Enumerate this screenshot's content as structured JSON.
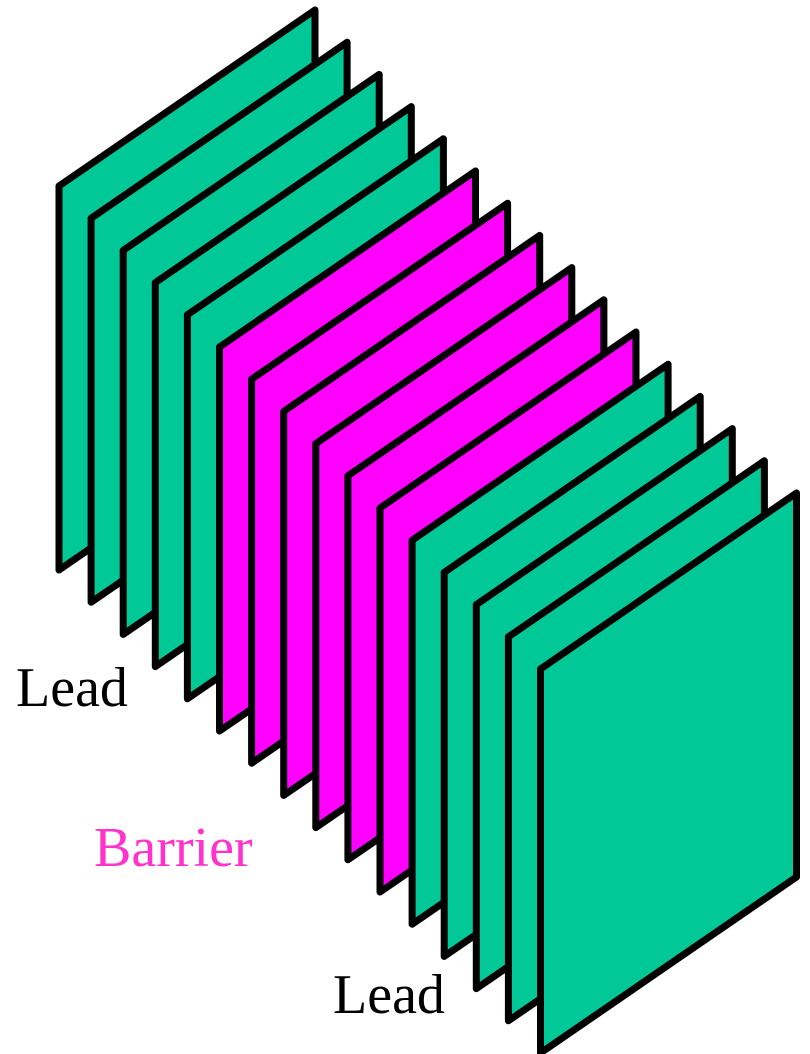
{
  "diagram": {
    "colors": {
      "lead": "#00C896",
      "barrier": "#FF00FF",
      "outline": "#000000",
      "lead_label_text": "#000000",
      "barrier_label_text": "#FF33CC"
    },
    "layers": [
      "lead",
      "lead",
      "lead",
      "lead",
      "lead",
      "barrier",
      "barrier",
      "barrier",
      "barrier",
      "barrier",
      "barrier",
      "lead",
      "lead",
      "lead",
      "lead",
      "lead"
    ],
    "labels": {
      "lead_top": "Lead",
      "barrier": "Barrier",
      "lead_bottom": "Lead"
    }
  }
}
